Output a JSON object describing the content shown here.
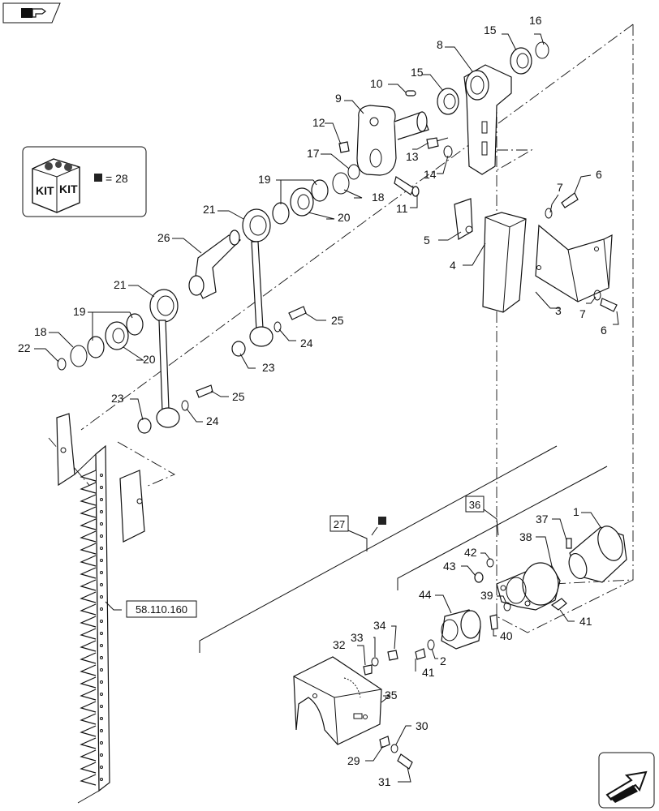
{
  "nav": {
    "back_icon": "hand-pointing-icon",
    "forward_icon": "next-page-arrow-icon"
  },
  "kit": {
    "kit_word_left": "KIT",
    "kit_word_right": "KIT",
    "equals_text": "= 28"
  },
  "refs": {
    "ref_58": "58.110.160",
    "ref_27": "27",
    "ref_36": "36"
  },
  "callouts": {
    "c1": "1",
    "c2": "2",
    "c3": "3",
    "c4": "4",
    "c5": "5",
    "c6a": "6",
    "c6b": "6",
    "c7a": "7",
    "c7b": "7",
    "c8": "8",
    "c9": "9",
    "c10": "10",
    "c11": "11",
    "c12": "12",
    "c13": "13",
    "c14": "14",
    "c15a": "15",
    "c15b": "15",
    "c16": "16",
    "c17": "17",
    "c18a": "18",
    "c18b": "18",
    "c19a": "19",
    "c19b": "19",
    "c20a": "20",
    "c20b": "20",
    "c21a": "21",
    "c21b": "21",
    "c22": "22",
    "c23a": "23",
    "c23b": "23",
    "c24a": "24",
    "c24b": "24",
    "c25a": "25",
    "c25b": "25",
    "c26": "26",
    "c29": "29",
    "c30": "30",
    "c31": "31",
    "c32": "32",
    "c33": "33",
    "c34": "34",
    "c35": "35",
    "c37": "37",
    "c38": "38",
    "c39": "39",
    "c40": "40",
    "c41a": "41",
    "c41b": "41",
    "c42": "42",
    "c43": "43",
    "c44": "44"
  }
}
